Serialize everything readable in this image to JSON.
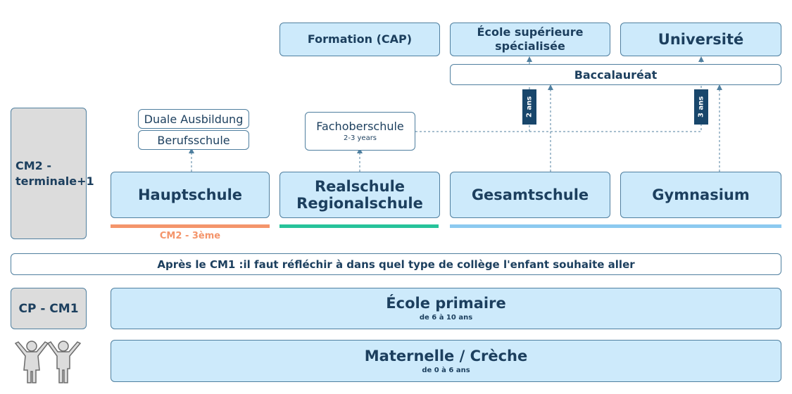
{
  "top": {
    "formation": "Formation (CAP)",
    "ecole_sup": "École supérieure spécialisée",
    "universite": "Université",
    "bac": "Baccalauréat",
    "tag_2ans": "2 ans",
    "tag_3ans": "3 ans"
  },
  "middle": {
    "left_label": "CM2 - terminale+1",
    "duale": "Duale Ausbildung",
    "berufsschule": "Berufsschule",
    "fachoberschule": "Fachoberschule",
    "fachoberschule_years": "2-3 years",
    "hauptschule": "Hauptschule",
    "realschule": "Realschule Regionalschule",
    "gesamtschule": "Gesamtschule",
    "gymnasium": "Gymnasium",
    "cm2_3eme": "CM2 - 3ème"
  },
  "banner": "Après le CM1 :il faut réfléchir à dans quel type de collège l'enfant souhaite aller",
  "primary": {
    "left_label": "CP - CM1",
    "title": "École primaire",
    "sub": "de 6 à 10 ans"
  },
  "maternelle": {
    "title": "Maternelle / Crèche",
    "sub": "de 0 à 6 ans",
    "icon": "children-icon"
  },
  "colors": {
    "box_fill": "#cdeafb",
    "orange": "#f4956b",
    "green": "#27c39a",
    "blue": "#8ccaf0",
    "dark": "#18466b"
  }
}
